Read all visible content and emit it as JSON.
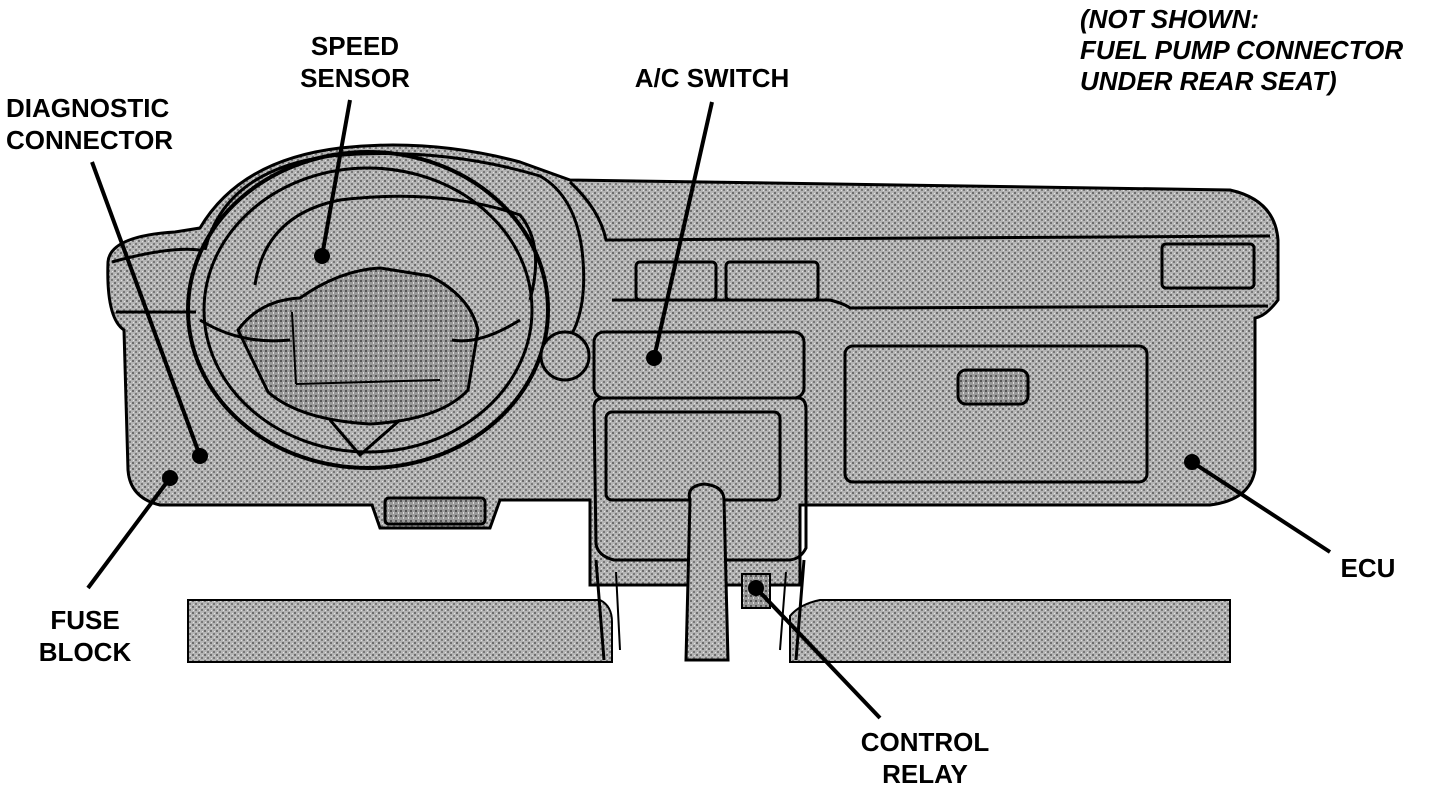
{
  "diagram": {
    "note": {
      "line1": "(NOT SHOWN:",
      "line2": "FUEL PUMP CONNECTOR",
      "line3": "UNDER REAR SEAT)"
    },
    "labels": {
      "speed_sensor": {
        "line1": "SPEED",
        "line2": "SENSOR"
      },
      "diagnostic_connector": {
        "line1": "DIAGNOSTIC",
        "line2": "CONNECTOR"
      },
      "ac_switch": {
        "line1": "A/C SWITCH"
      },
      "fuse_block": {
        "line1": "FUSE",
        "line2": "BLOCK"
      },
      "ecu": {
        "line1": "ECU"
      },
      "control_relay": {
        "line1": "CONTROL",
        "line2": "RELAY"
      }
    },
    "colors": {
      "ink": "#000000",
      "shading": "#a8a8a8",
      "background": "#ffffff"
    }
  }
}
